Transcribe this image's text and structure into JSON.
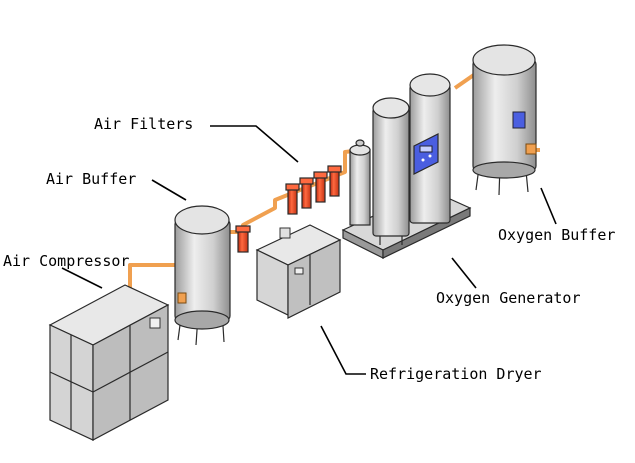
{
  "labels": {
    "air_filters": "Air Filters",
    "air_buffer": "Air Buffer",
    "air_compressor": "Air Compressor",
    "oxygen_buffer": "Oxygen Buffer",
    "oxygen_generator": "Oxygen Generator",
    "refrigeration_dryer": "Refrigeration Dryer"
  },
  "colors": {
    "pipe": "#f0a050",
    "filter": "#e84020",
    "metal_light": "#e6e6e6",
    "metal_dark": "#9a9a9a",
    "control_panel": "#4a5ee0"
  }
}
